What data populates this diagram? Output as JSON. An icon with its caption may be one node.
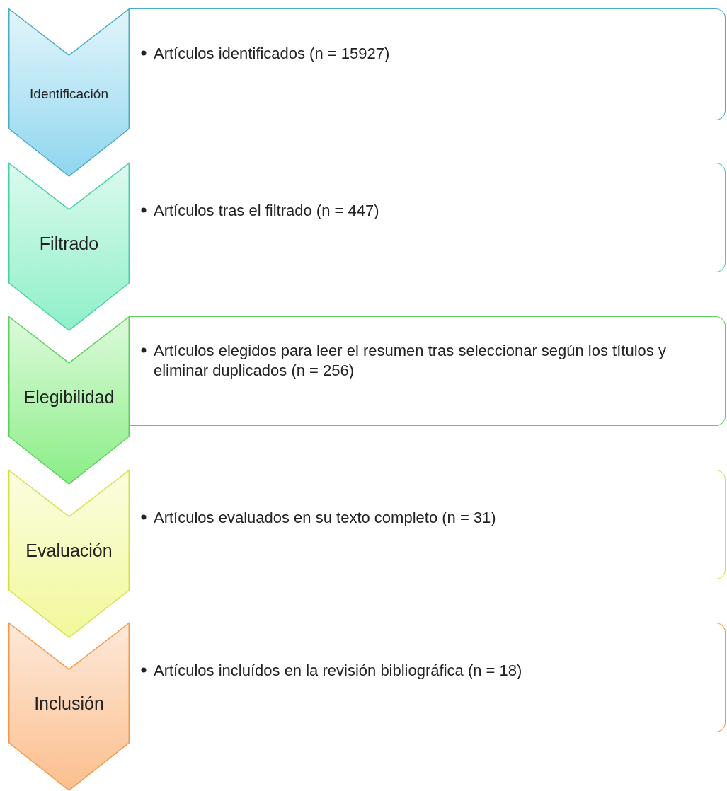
{
  "diagram": {
    "nodes": [
      {
        "text": [
          "Identificación"
        ]
      },
      {
        "text": [
          "Artículos identificados (n = 15927)"
        ]
      },
      {
        "text": [
          "Filtrado"
        ]
      },
      {
        "text": [
          "Artículos tras el filtrado (n = 447)"
        ]
      },
      {
        "text": [
          "Elegibilidad"
        ]
      },
      {
        "text": [
          "Artículos elegidos para leer el resumen tras seleccionar según los títulos y eliminar duplicados (n = 256)"
        ]
      },
      {
        "text": [
          "Evaluación"
        ]
      },
      {
        "text": [
          "Artículos evaluados en su texto completo (n = 31)"
        ]
      },
      {
        "text": [
          "Inclusión"
        ]
      },
      {
        "text": [
          "Artículos incluídos en la revisión bibliográfica (n = 18)"
        ]
      }
    ]
  }
}
